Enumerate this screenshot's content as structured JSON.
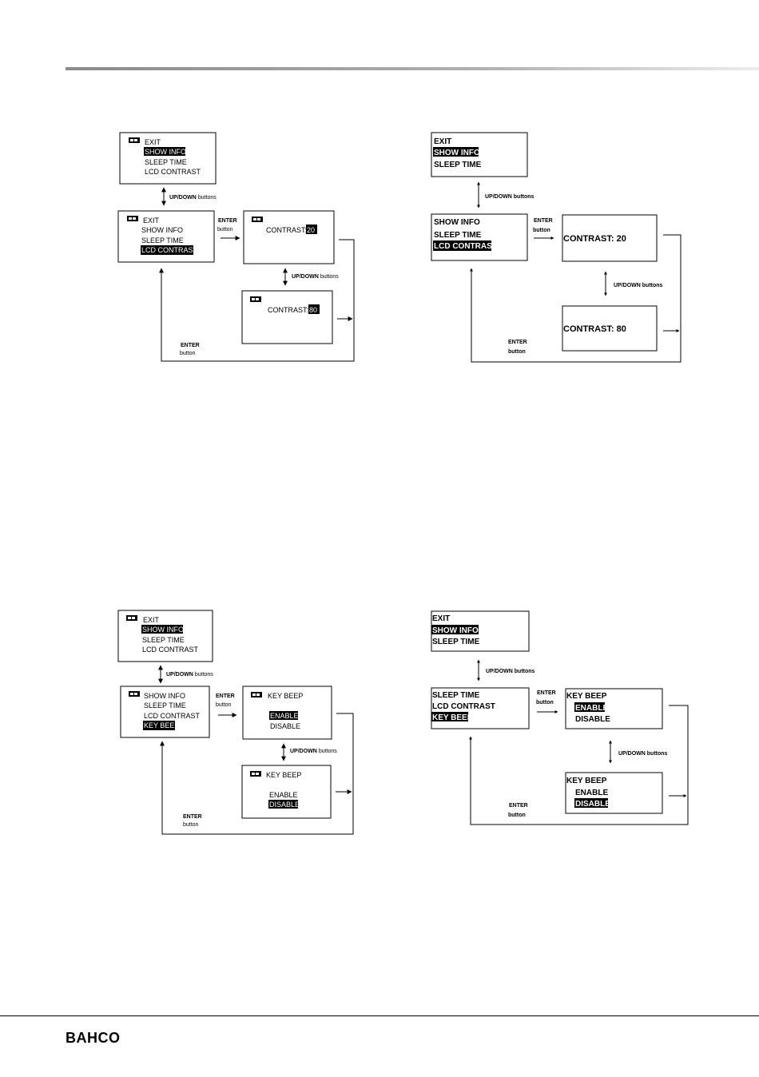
{
  "brand": "BAHCO",
  "labels": {
    "up_down": "UP/DOWN",
    "buttons": "buttons",
    "up_down_buttons": "UP/DOWN buttons",
    "enter": "ENTER",
    "button": "button"
  },
  "menu": {
    "exit": "EXIT",
    "show_info": "SHOW INFO",
    "sleep_time": "SLEEP TIME",
    "lcd_contrast": "LCD CONTRAST",
    "key_beep": "KEY BEEP"
  },
  "contrast": {
    "label": "CONTRAST:",
    "low": "20",
    "high": "80",
    "full_low": "CONTRAST: 20",
    "full_high": "CONTRAST: 80"
  },
  "beep": {
    "title": "KEY BEEP",
    "enable": "ENABLE",
    "disable": "DISABLE"
  }
}
